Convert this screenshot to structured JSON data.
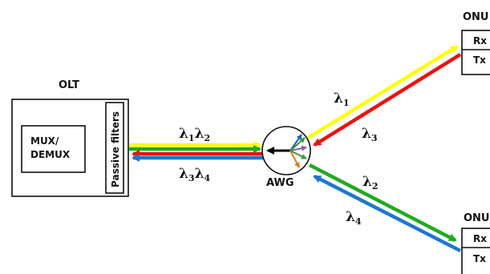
{
  "olt": {
    "title": "OLT",
    "mux_line1": "MUX/",
    "mux_line2": "DEMUX",
    "filter_label": "Passive filters"
  },
  "awg": {
    "label": "AWG"
  },
  "onu_top": {
    "title": "ONU",
    "rx": "Rx",
    "tx": "Tx"
  },
  "onu_bottom": {
    "title": "ONU",
    "rx": "Rx",
    "tx": "Tx"
  },
  "wavelengths": {
    "feeder_down": {
      "a": "λ",
      "a_sub": "1",
      "b": "λ",
      "b_sub": "2"
    },
    "feeder_up": {
      "a": "λ",
      "a_sub": "3",
      "b": "λ",
      "b_sub": "4"
    },
    "top_down": {
      "a": "λ",
      "a_sub": "1"
    },
    "top_up": {
      "a": "λ",
      "a_sub": "3"
    },
    "bottom_down": {
      "a": "λ",
      "a_sub": "2"
    },
    "bottom_up": {
      "a": "λ",
      "a_sub": "4"
    }
  },
  "colors": {
    "lambda1": "#ffff00",
    "lambda2": "#22aa22",
    "lambda3": "#ee1111",
    "lambda4": "#1f77d0",
    "awg_port_1": "#1f5fbf",
    "awg_port_2": "#e07820",
    "awg_port_3": "#8060b0",
    "awg_port_4": "#3b9a3b"
  }
}
